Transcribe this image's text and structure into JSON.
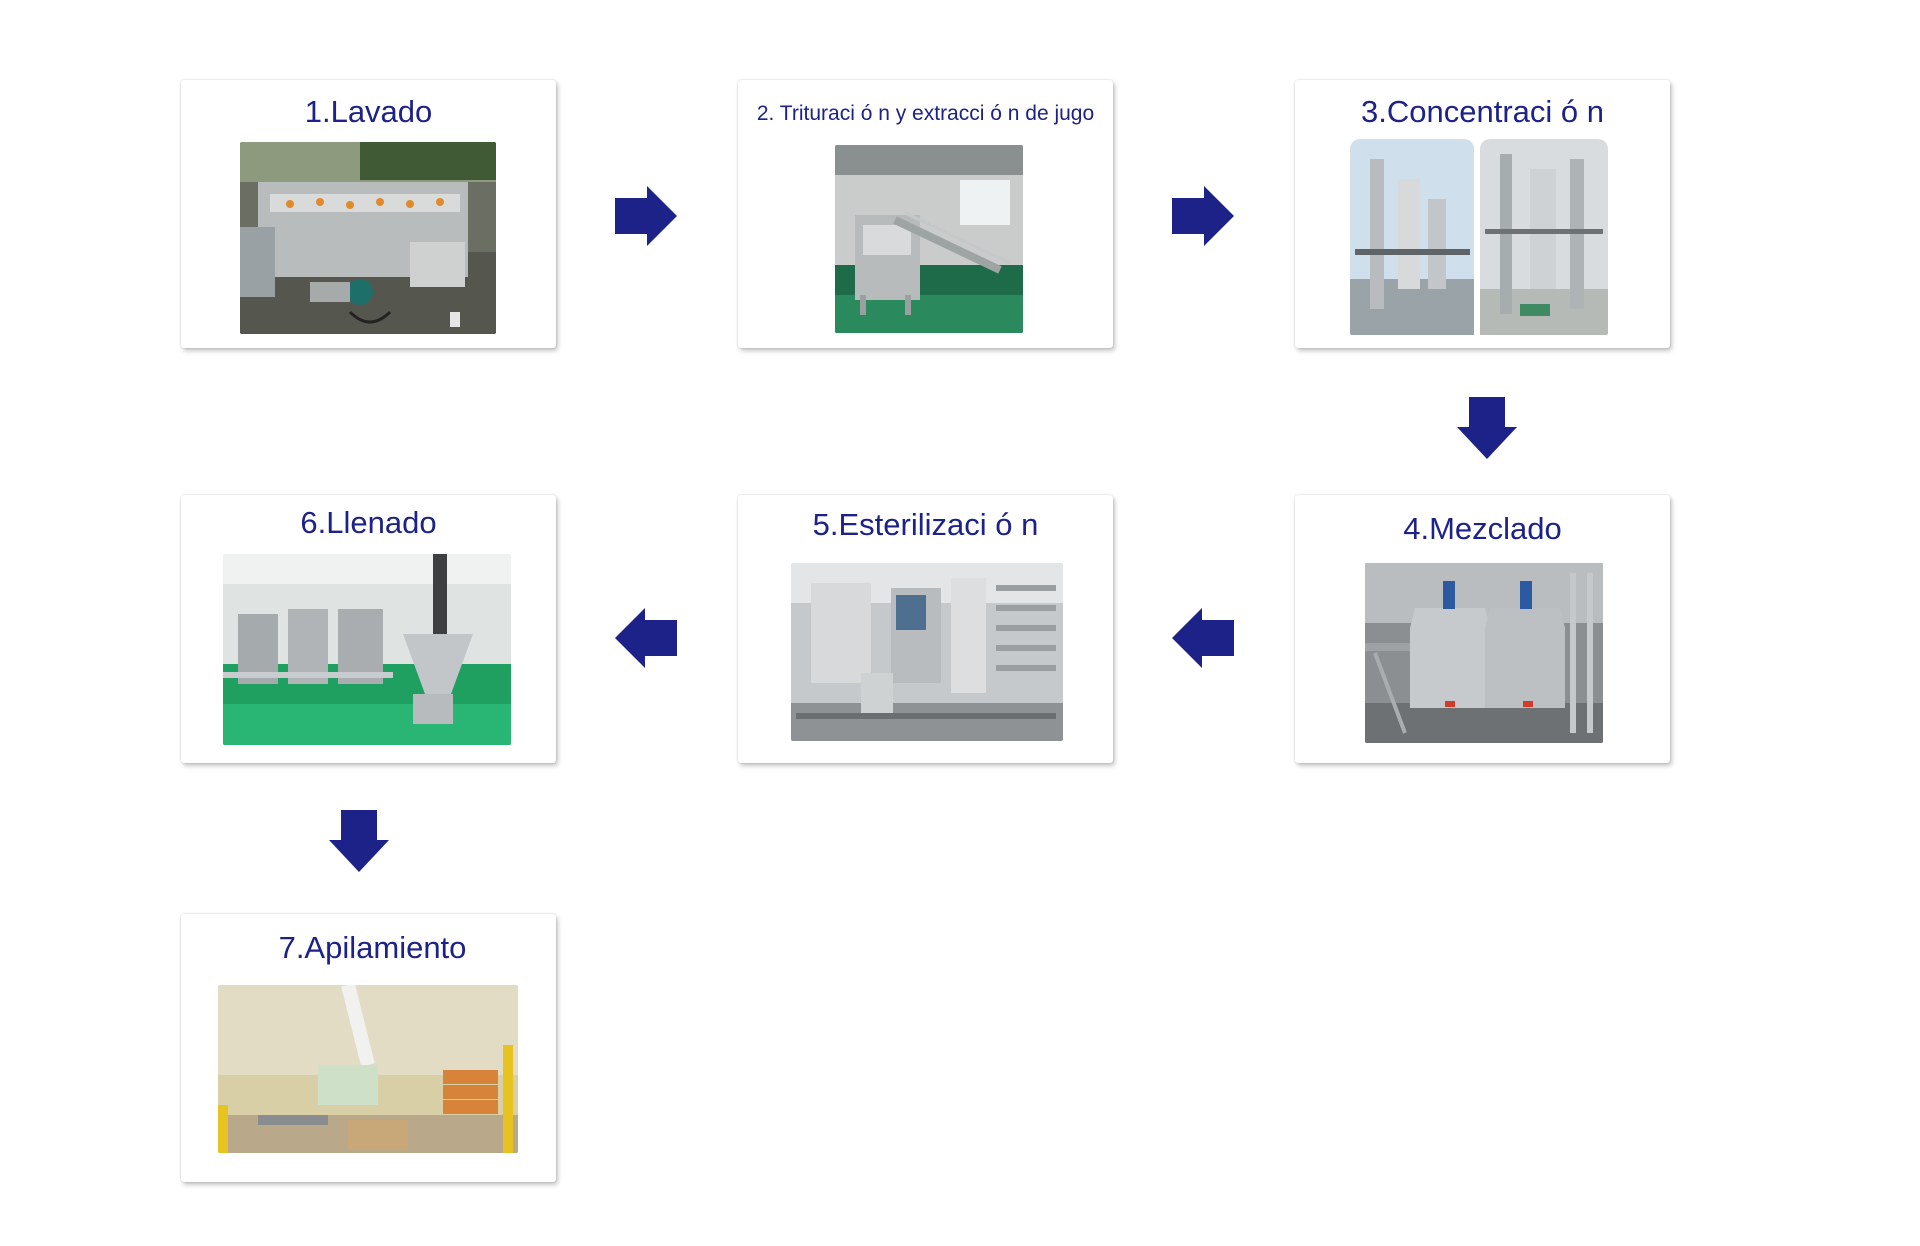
{
  "colors": {
    "title": "#1c2288",
    "arrow": "#1c2288"
  },
  "steps": [
    {
      "label": "1.Lavado",
      "image": "washing-machine-photo"
    },
    {
      "label": "2. Trituraci ó n y extracci ó n de jugo",
      "image": "crushing-extraction-machine-photo"
    },
    {
      "label": "3.Concentraci ó n",
      "image": "evaporator-concentrator-photos"
    },
    {
      "label": "4.Mezclado",
      "image": "mixing-tanks-photo"
    },
    {
      "label": "5.Esterilizaci ó n",
      "image": "sterilizer-photo"
    },
    {
      "label": "6.Llenado",
      "image": "filling-line-photo"
    },
    {
      "label": "7.Apilamiento",
      "image": "robotic-palletizer-photo"
    }
  ],
  "arrows": [
    {
      "from": "1",
      "to": "2",
      "direction": "right"
    },
    {
      "from": "2",
      "to": "3",
      "direction": "right"
    },
    {
      "from": "3",
      "to": "4",
      "direction": "down"
    },
    {
      "from": "4",
      "to": "5",
      "direction": "left"
    },
    {
      "from": "5",
      "to": "6",
      "direction": "left"
    },
    {
      "from": "6",
      "to": "7",
      "direction": "down"
    }
  ]
}
